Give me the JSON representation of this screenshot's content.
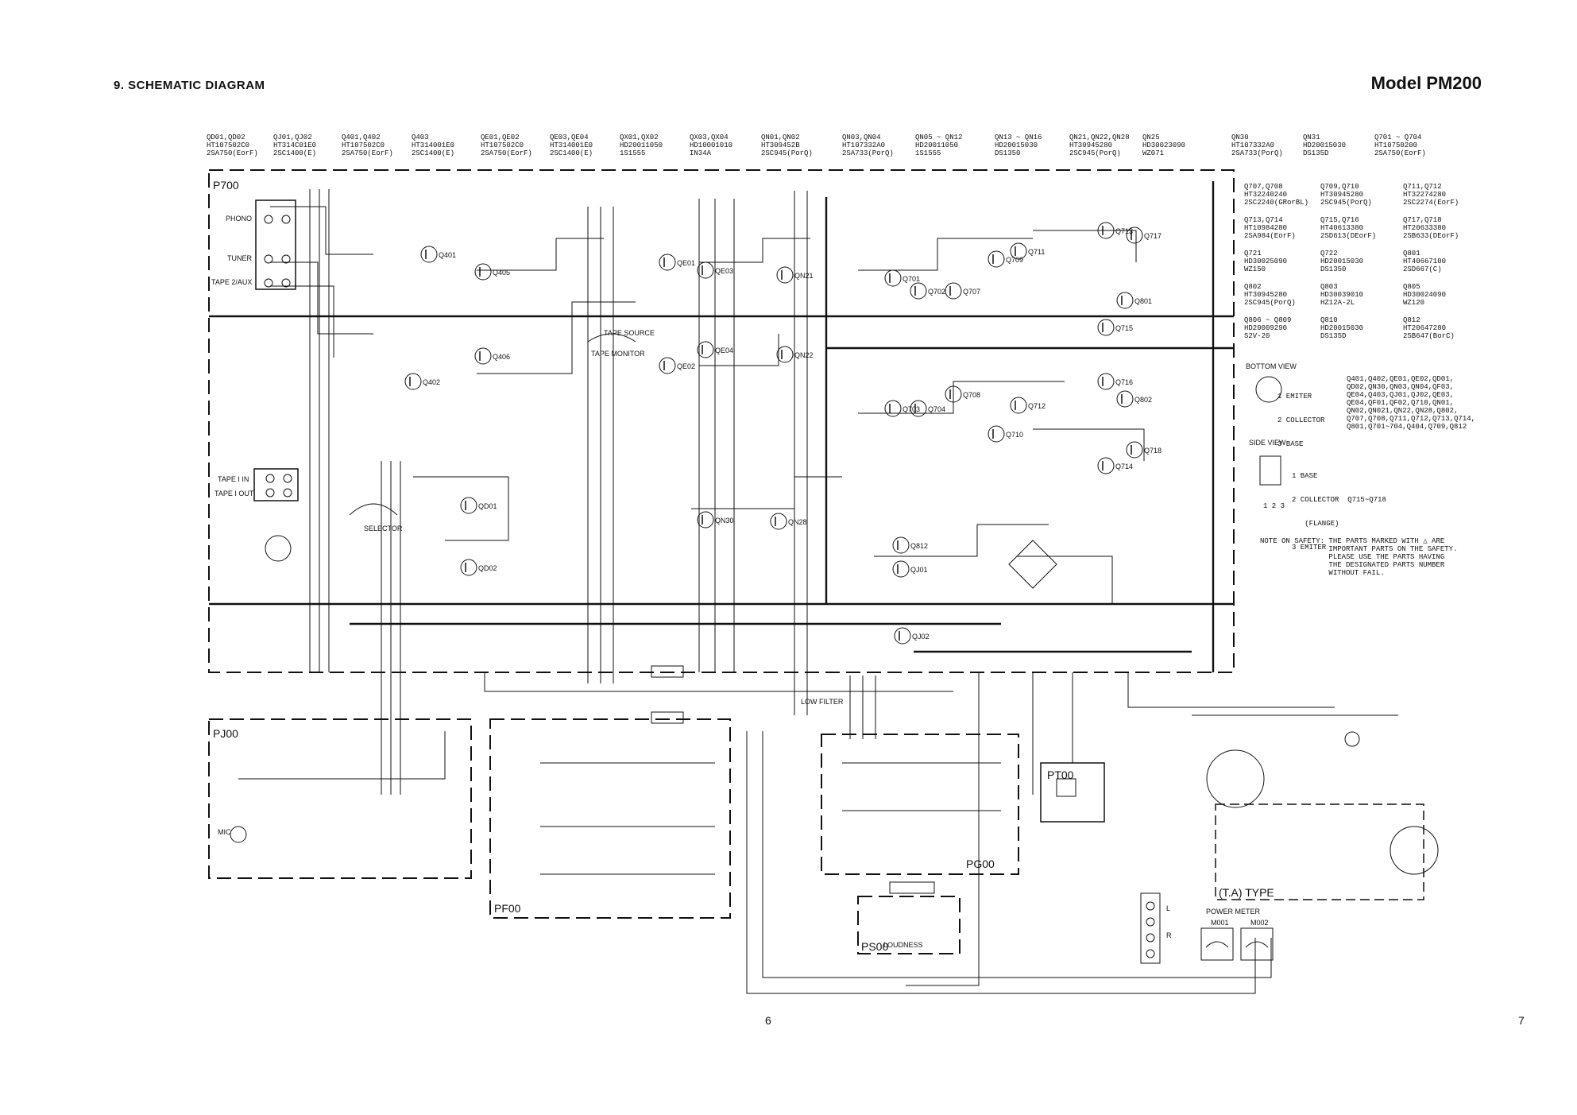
{
  "header": {
    "section_title": "9. SCHEMATIC DIAGRAM",
    "model": "Model PM200"
  },
  "pages": {
    "left": "6",
    "right": "7"
  },
  "parts_top": [
    "QD01,QD02\nHT107502C0\n2SA750(EorF)",
    "QJ01,QJ02\nHT314C01E0\n2SC1400(E)",
    "Q401,Q402\nHT107502C0\n2SA750(EorF)",
    "Q403\nHT314001E0\n2SC1400(E)",
    "QE01,QE02\nHT107502C0\n2SA750(EorF)",
    "QE03,QE04\nHT314001E0\n2SC1400(E)",
    "QX01,QX02\nHD20011050\n1S1555",
    "QX03,QX04\nHD10001010\nIN34A",
    "QN01,QN02\nHT309452B\n2SC945(PorQ)",
    "QN03,QN04\nHT107332A0\n2SA733(PorQ)",
    "QN05 ~ QN12\nHD20011050\n1S1555",
    "QN13 ~ QN16\nHD20015030\nDS1350",
    "QN21,QN22,QN28\nHT30945280\n2SC945(PorQ)",
    "QN25\nHD30023090\nWZ071",
    "QN30\nHT107332A0\n2SA733(PorQ)",
    "QN31\nHD20015030\nDS135D",
    "Q701 ~ Q704\nHT10750200\n2SA750(EorF)"
  ],
  "parts_right": [
    [
      "Q707,Q708\nHT32240240\n2SC2240(GRorBL)",
      "Q709,Q710\nHT30945280\n2SC945(PorQ)",
      "Q711,Q712\nHT32274280\n2SC2274(EorF)"
    ],
    [
      "Q713,Q714\nHT10984280\n2SA984(EorF)",
      "Q715,Q716\nHT40613380\n2SD613(DEorF)",
      "Q717,Q718\nHT20633380\n2SB633(DEorF)"
    ],
    [
      "Q721\nHD30025090\nWZ150",
      "Q722\nHD20015030\nDS1350",
      "Q801\nHT40667100\n2SD667(C)"
    ],
    [
      "Q802\nHT30945280\n2SC945(PorQ)",
      "Q803\nHD30039010\nHZ12A-2L",
      "Q805\nHD30024090\nWZ120"
    ],
    [
      "Q806 ~ Q809\nHD20009290\nS2V-20",
      "Q810\nHD20015030\nDS135D",
      "Q812\nHT20647280\n2SB647(BorC)"
    ]
  ],
  "bottom_view": {
    "title": "BOTTOM VIEW",
    "pins": [
      "1 EMITER",
      "2 COLLECTOR",
      "3 BASE"
    ],
    "list": "Q401,Q402,QE01,QE02,QD01,\nQD02,QN30,QN03,QN04,QF03,\nQE04,Q403,QJ01,QJ02,QE03,\nQE04,QF01,QF02,Q710,QN01,\nQN02,QN021,QN22,QN28,Q802,\nQ707,Q708,Q711,Q712,Q713,Q714,\nQ801,Q701~704,Q404,Q709,Q812"
  },
  "side_view": {
    "title": "SIDE VIEW",
    "pins": [
      "1 BASE",
      "2 COLLECTOR  Q715~Q718",
      "   (FLANGE)",
      "3 EMITER"
    ],
    "pin_nums": "1 2 3"
  },
  "safety_note": "NOTE ON SAFETY: THE PARTS MARKED WITH △ ARE\n                IMPORTANT PARTS ON THE SAFETY.\n                PLEASE USE THE PARTS HAVING\n                THE DESIGNATED PARTS NUMBER\n                WITHOUT FAIL.",
  "boards": {
    "main": "P700",
    "mic": "PJ00",
    "filter": "PF00",
    "graphic": "PG00",
    "loudness": "PS00",
    "power": "PT00",
    "ta": "(T.A) TYPE"
  },
  "labels": {
    "phono": "PHONO",
    "tuner": "TUNER",
    "tape2": "TAPE 2/AUX",
    "tape1in": "TAPE I IN",
    "tape1out": "TAPE I OUT",
    "mic": "MIC",
    "selector": "SELECTOR",
    "tape_source": "TAPE SOURCE",
    "tape_monitor": "TAPE MONITOR",
    "low_filter": "LOW FILTER",
    "loudness": "LOUDNESS",
    "power_meter": "POWER METER",
    "speaker_l": "L",
    "speaker_r": "R"
  },
  "transistors": [
    "Q401",
    "Q402",
    "Q405",
    "Q406",
    "QD01",
    "QD02",
    "QE01",
    "QE02",
    "QE03",
    "QE04",
    "QN21",
    "QN22",
    "QN30",
    "QN28",
    "Q701",
    "Q702",
    "Q703",
    "Q704",
    "Q707",
    "Q708",
    "Q709",
    "Q710",
    "Q711",
    "Q712",
    "Q713",
    "Q714",
    "Q715",
    "Q716",
    "Q717",
    "Q718",
    "Q801",
    "Q802",
    "Q812",
    "QJ01",
    "QJ02"
  ],
  "meters": [
    "M001",
    "M002"
  ]
}
